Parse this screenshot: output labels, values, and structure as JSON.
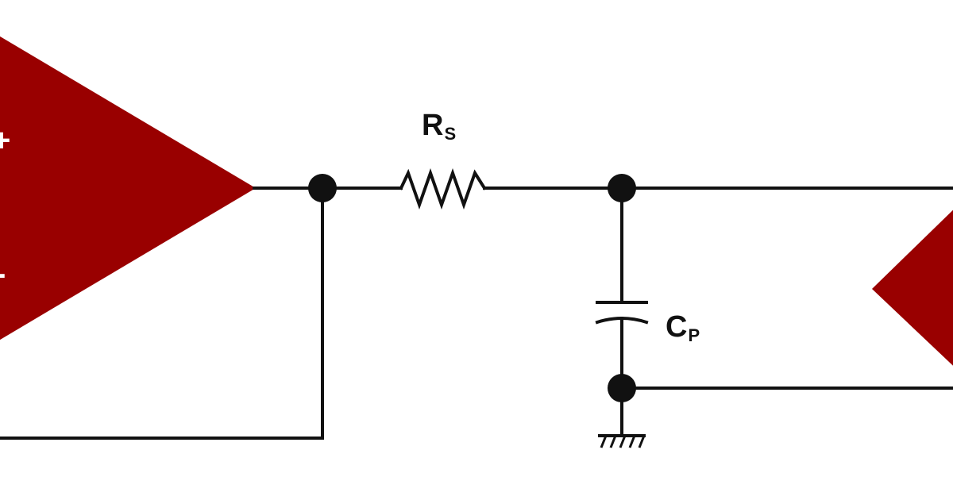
{
  "colors": {
    "amplifier_fill": "#990000",
    "wire": "#111111",
    "background": "#ffffff"
  },
  "opamp": {
    "plus_sign": "+",
    "minus_sign": "-"
  },
  "resistor": {
    "label_main": "R",
    "label_sub": "S"
  },
  "capacitor": {
    "label_main": "C",
    "label_sub": "P"
  },
  "ground": {
    "symbol": "ground-icon"
  }
}
